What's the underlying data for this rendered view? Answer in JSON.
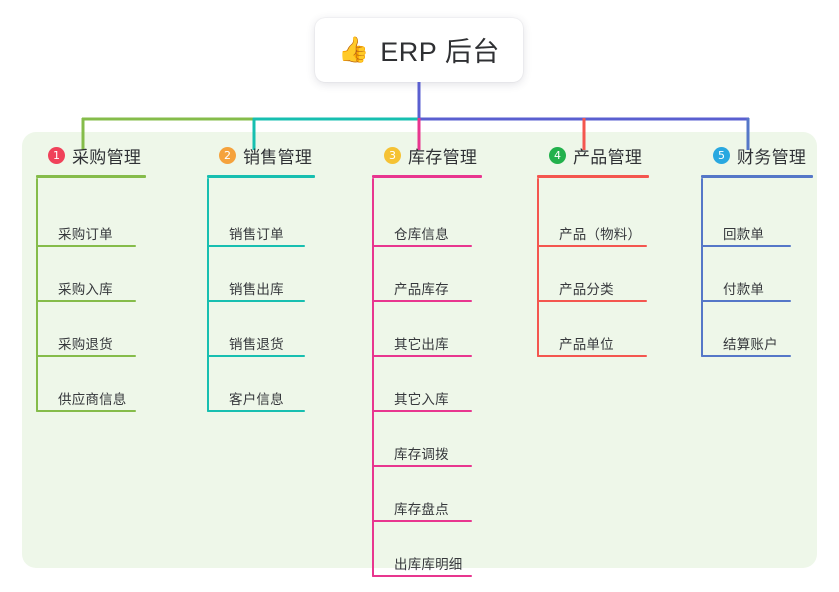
{
  "root": {
    "icon": "thumbs-up-icon",
    "icon_glyph": "👍",
    "title": "ERP 后台"
  },
  "palette": {
    "panel_bg": "#eef7e9",
    "card_bg": "#ffffff",
    "text": "#303236",
    "trunk_green": "#85bc4a",
    "trunk_teal": "#17bfb0",
    "trunk_blue": "#5a5fd0",
    "drop_pink": "#e8368f",
    "drop_red": "#f4564f"
  },
  "columns": [
    {
      "index": "1",
      "badge_color": "#f0425a",
      "accent": "#85bc4a",
      "title": "采购管理",
      "items": [
        {
          "label": "采购订单"
        },
        {
          "label": "采购入库"
        },
        {
          "label": "采购退货"
        },
        {
          "label": "供应商信息"
        }
      ]
    },
    {
      "index": "2",
      "badge_color": "#f5a23c",
      "accent": "#17bfb0",
      "title": "销售管理",
      "items": [
        {
          "label": "销售订单"
        },
        {
          "label": "销售出库"
        },
        {
          "label": "销售退货"
        },
        {
          "label": "客户信息"
        }
      ]
    },
    {
      "index": "3",
      "badge_color": "#f5c234",
      "accent": "#e8368f",
      "title": "库存管理",
      "items": [
        {
          "label": "仓库信息"
        },
        {
          "label": "产品库存"
        },
        {
          "label": "其它出库"
        },
        {
          "label": "其它入库"
        },
        {
          "label": "库存调拨"
        },
        {
          "label": "库存盘点"
        },
        {
          "label": "出库库明细"
        }
      ]
    },
    {
      "index": "4",
      "badge_color": "#22b14c",
      "accent": "#f4564f",
      "title": "产品管理",
      "items": [
        {
          "label": "产品（物料）"
        },
        {
          "label": "产品分类"
        },
        {
          "label": "产品单位"
        }
      ]
    },
    {
      "index": "5",
      "badge_color": "#29a8e0",
      "accent": "#5577c8",
      "title": "财务管理",
      "items": [
        {
          "label": "回款单"
        },
        {
          "label": "付款单"
        },
        {
          "label": "结算账户"
        }
      ]
    }
  ]
}
